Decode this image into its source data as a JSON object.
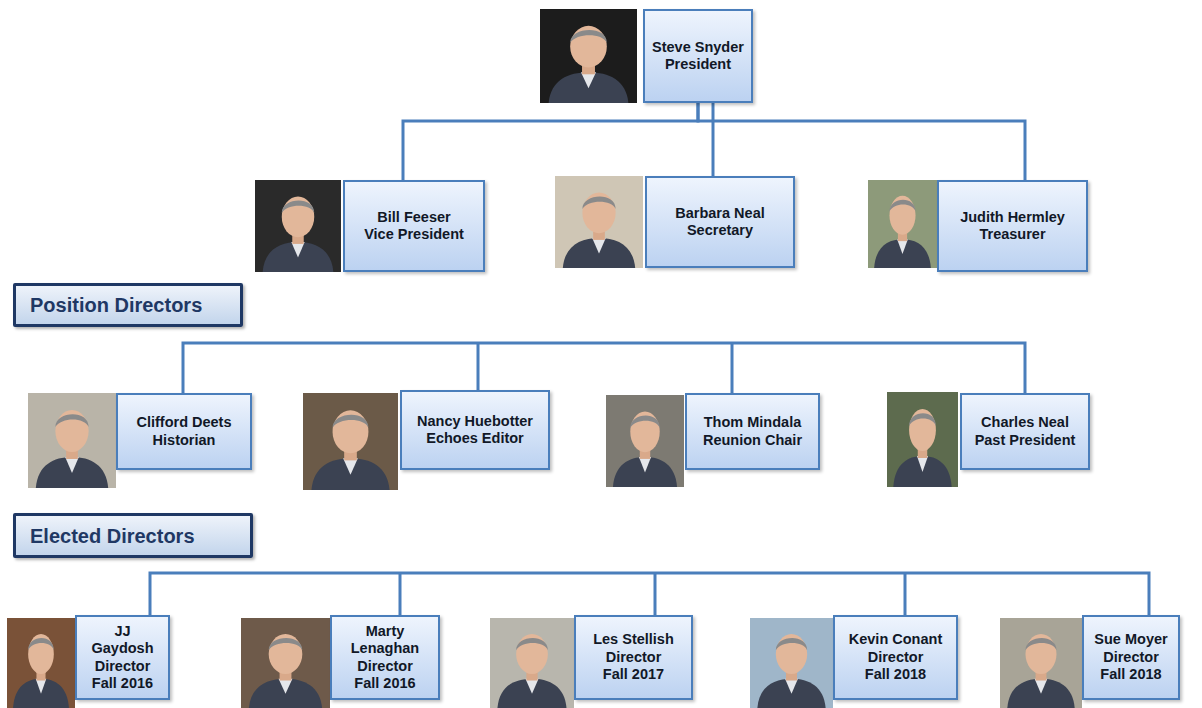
{
  "diagram": {
    "nodes": [
      {
        "text": [
          "Steve Snyder",
          "President"
        ]
      },
      {
        "text": [
          "Bill Feeser",
          "Vice President"
        ]
      },
      {
        "text": [
          "Barbara Neal",
          "Secretary"
        ]
      },
      {
        "text": [
          "Judith Hermley",
          "Treasurer"
        ]
      },
      {
        "text": [
          "Position Directors"
        ]
      },
      {
        "text": [
          "Clifford Deets",
          "Historian"
        ]
      },
      {
        "text": [
          "Nancy Huebotter",
          "Echoes Editor"
        ]
      },
      {
        "text": [
          "Thom Mindala",
          "Reunion Chair"
        ]
      },
      {
        "text": [
          "Charles Neal",
          "Past President"
        ]
      },
      {
        "text": [
          "Elected Directors"
        ]
      },
      {
        "text": [
          "JJ Gaydosh",
          "Director",
          "Fall 2016"
        ]
      },
      {
        "text": [
          "Marty Lenaghan",
          "Director",
          "Fall 2016"
        ]
      },
      {
        "text": [
          "Les Stellish",
          "Director",
          "Fall 2017"
        ]
      },
      {
        "text": [
          "Kevin Conant",
          "Director",
          "Fall 2018"
        ]
      },
      {
        "text": [
          "Sue Moyer",
          "Director",
          "Fall 2018"
        ]
      }
    ],
    "edges": [
      {
        "from": 0,
        "to": 1,
        "arrow": "none"
      },
      {
        "from": 0,
        "to": 2,
        "arrow": "none"
      },
      {
        "from": 0,
        "to": 3,
        "arrow": "none"
      }
    ]
  }
}
